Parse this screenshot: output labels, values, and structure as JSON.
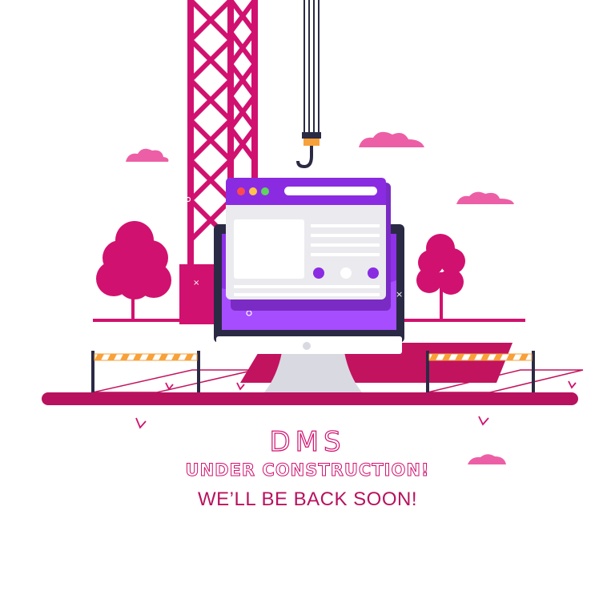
{
  "message": {
    "title": "DMS",
    "subtitle": "UNDER CONSTRUCTION!",
    "note": "WE’LL BE BACK SOON!"
  },
  "colors": {
    "magenta": "#d1116f",
    "dark_magenta": "#b8125f",
    "pink": "#ec5fa6",
    "purple": "#8a2be2",
    "violet": "#a64dff",
    "monitor_frame": "#2b2a45",
    "barrier_orange": "#f7a13a"
  },
  "icons": [
    "crane-icon",
    "hook-icon",
    "browser-window-icon",
    "monitor-icon",
    "tree-icon",
    "cloud-icon",
    "barrier-icon"
  ]
}
